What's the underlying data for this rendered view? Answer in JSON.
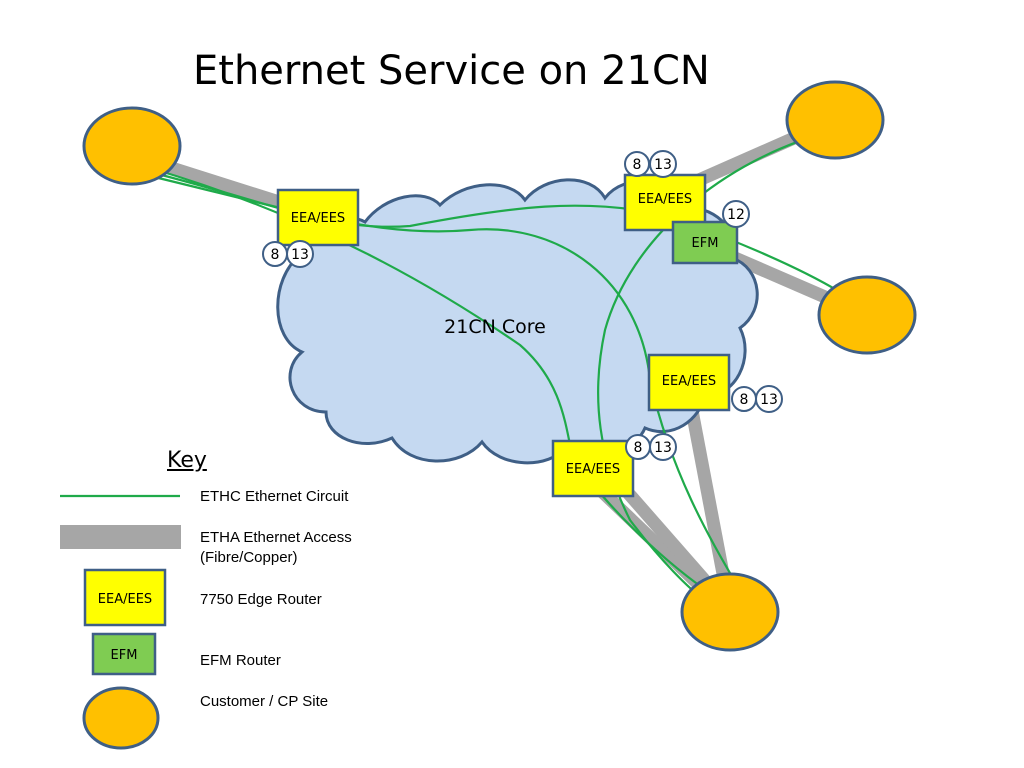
{
  "title": "Ethernet Service on 21CN",
  "core_label": "21CN Core",
  "edge_router_label": "EEA/EES",
  "efm_label": "EFM",
  "badges": {
    "eight": "8",
    "thirteen": "13",
    "twelve": "12"
  },
  "key": {
    "title": "Key",
    "items": [
      {
        "label": "ETHC Ethernet Circuit"
      },
      {
        "label": "ETHA Ethernet Access",
        "label2": "(Fibre/Copper)"
      },
      {
        "label": "7750 Edge Router",
        "symbol_text": "EEA/EES"
      },
      {
        "label": "EFM Router",
        "symbol_text": "EFM"
      },
      {
        "label": "Customer / CP Site"
      }
    ]
  },
  "colors": {
    "circuit": "#1faa4a",
    "access": "#a6a6a6",
    "edge_router": "#ffff00",
    "efm_router": "#7fcc52",
    "customer_site": "#ffc000",
    "core_cloud": "#c5d9f1",
    "outline": "#3f5f86"
  }
}
